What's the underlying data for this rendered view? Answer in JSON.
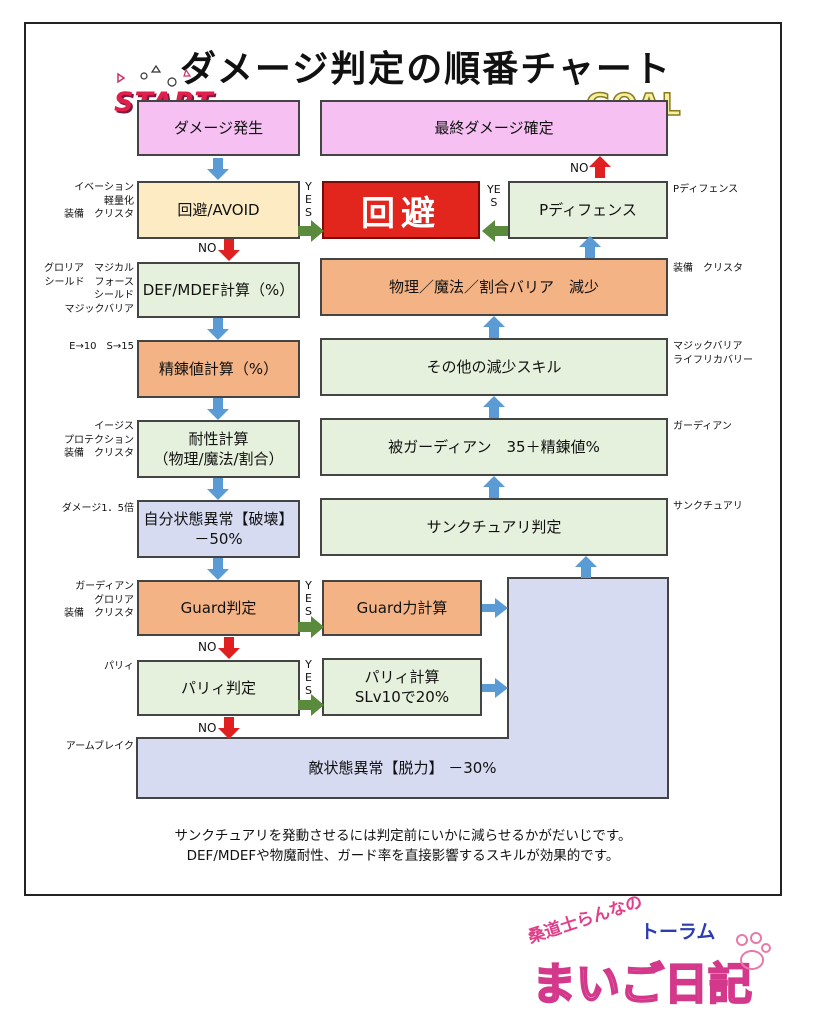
{
  "title": "ダメージ判定の順番チャート",
  "start_label": "START",
  "goal_label": "GOAL",
  "kaihi_label": "回避",
  "boxes": {
    "damage_occur": "ダメージ発生",
    "avoid": "回避/AVOID",
    "def_calc": "DEF/MDEF計算（%）",
    "refine_calc": "精錬値計算（%）",
    "resist_calc": "耐性計算\n（物理/魔法/割合）",
    "self_status": "自分状態異常【破壊】\n－50%",
    "guard_judge": "Guard判定",
    "guard_calc": "Guard力計算",
    "parry_judge": "パリィ判定",
    "parry_calc": "パリィ計算\nSLv10で20%",
    "enemy_status": "敵状態異常【脱力】 －30%",
    "final_damage": "最終ダメージ確定",
    "p_defense": "Pディフェンス",
    "barrier_reduce": "物理／魔法／割合バリア　減少",
    "other_skill": "その他の減少スキル",
    "guardian": "被ガーディアン　35＋精錬値%",
    "sanctuary": "サンクチュアリ判定"
  },
  "notes_left": {
    "avoid": "イベーション\n軽量化\n装備　クリスタ",
    "def": "グロリア　マジカル\nシールド　フォース\nシールド\nマジックバリア",
    "refine": "E→10　S→15",
    "resist": "イージス\nプロテクション\n装備　クリスタ",
    "self_status": "ダメージ1．5倍",
    "guard": "ガーディアン\nグロリア\n装備　クリスタ",
    "parry": "パリィ",
    "enemy": "アームブレイク"
  },
  "notes_right": {
    "p_defense": "Pディフェンス",
    "barrier": "装備　クリスタ",
    "other": "マジックバリア\nライフリカバリー",
    "guardian": "ガーディアン",
    "sanctuary": "サンクチュアリ"
  },
  "labels": {
    "no": "NO",
    "yes_vertical": "Y\nE\nS",
    "yes_split": "YE\nS"
  },
  "footnote": {
    "line1": "サンクチュアリを発動させるには判定前にいかに減らせるかがだいじです。",
    "line2": "DEF/MDEFや物魔耐性、ガード率を直接影響するスキルが効果的です。"
  },
  "watermark": {
    "line1": "桑道士らんなの",
    "line2": "トーラム",
    "line3": "まいご日記"
  },
  "colors": {
    "pink": "#f6c0f2",
    "cream": "#fdebc4",
    "green": "#e6f1dd",
    "orange": "#f4b384",
    "lavender": "#d7dbf1",
    "red": "#e2261e",
    "blue_arrow": "#5b9bd5",
    "green_arrow": "#5a8a3c",
    "red_arrow": "#e02020"
  }
}
